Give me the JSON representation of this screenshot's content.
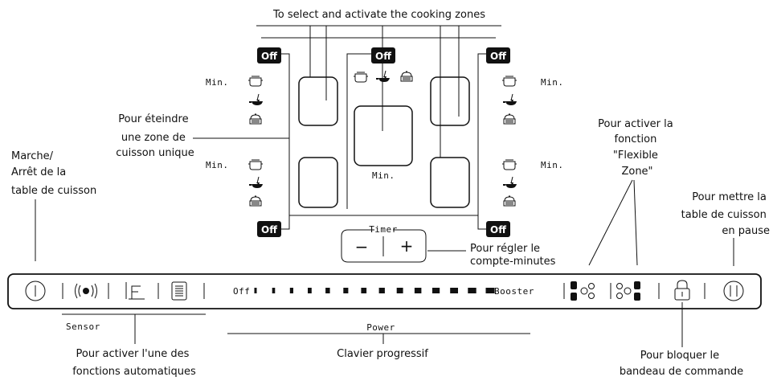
{
  "header": {
    "cooking_zones_label": "To select and activate the cooking zones"
  },
  "zones": {
    "off_label": "Off",
    "min_label": "Min."
  },
  "callouts": {
    "zone_off": [
      "Pour éteindre",
      "une zone de",
      "cuisson unique"
    ],
    "on_off": [
      "Marche/",
      "Arrêt de la",
      "table de cuisson"
    ],
    "flexible": [
      "Pour activer la",
      "fonction",
      "\"Flexible",
      "Zone\""
    ],
    "pause": [
      "Pour mettre la",
      "table de cuisson",
      "en pause"
    ],
    "timer_adjust": [
      "Pour régler le",
      "compte-minutes"
    ],
    "auto_functions": [
      "Pour activer l'une des",
      "fonctions automatiques"
    ],
    "progressive": "Clavier progressif",
    "lock": [
      "Pour bloquer le",
      "bandeau de commande"
    ]
  },
  "timer": {
    "label": "Timer",
    "minus": "−",
    "plus": "+"
  },
  "panel": {
    "slider_off": "Off",
    "slider_booster": "Booster",
    "sensor_label": "Sensor",
    "power_label": "Power",
    "sensor_f": "F"
  },
  "icons": [
    "power-icon",
    "sensor-wave-icon",
    "auto-function-icon",
    "menu-list-icon",
    "flex-zone-left-icon",
    "flex-zone-right-icon",
    "lock-icon",
    "pause-icon",
    "pot-icon",
    "frying-pan-icon",
    "steamer-icon"
  ]
}
